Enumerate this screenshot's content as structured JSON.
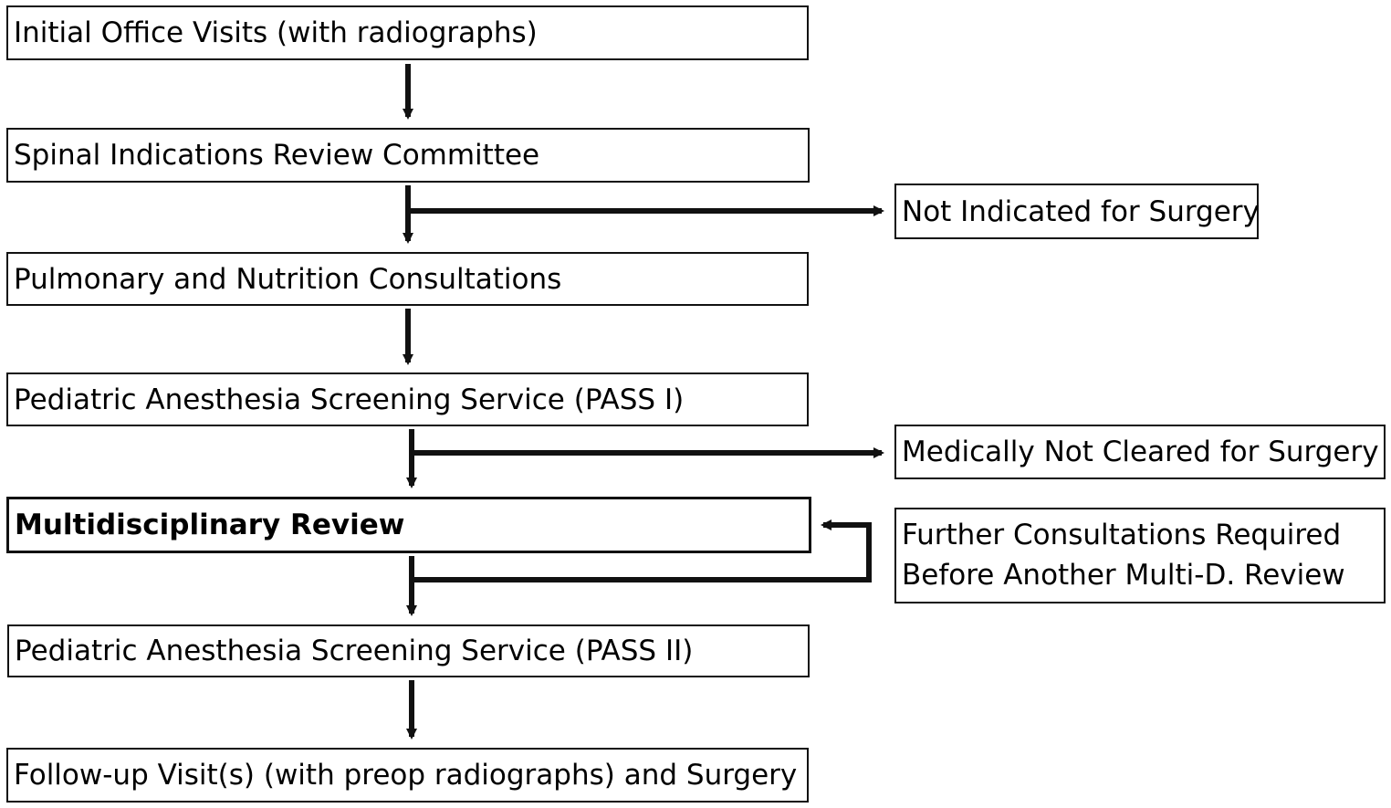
{
  "flow": {
    "steps": [
      "Initial Office Visits (with radiographs)",
      "Spinal Indications Review Committee",
      "Pulmonary and Nutrition Consultations",
      "Pediatric Anesthesia Screening Service (PASS I)",
      "Multidisciplinary Review",
      "Pediatric Anesthesia Screening Service (PASS II)",
      "Follow-up Visit(s) (with preop radiographs) and Surgery"
    ],
    "side_outcomes": {
      "not_indicated": "Not Indicated for Surgery",
      "not_cleared": "Medically Not Cleared for Surgery",
      "further_line1": "Further Consultations Required",
      "further_line2": "Before Another Multi-D. Review"
    }
  }
}
